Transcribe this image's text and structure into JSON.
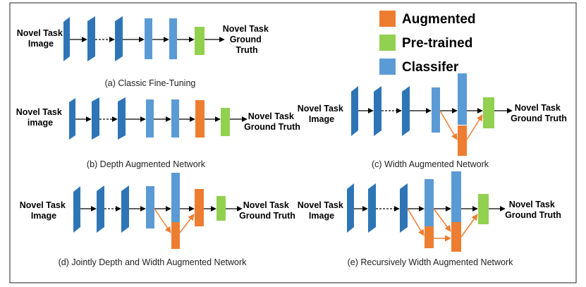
{
  "legend": {
    "augmented": "Augmented",
    "pretrained": "Pre-trained",
    "classifier": "Classifer"
  },
  "colors": {
    "augmented": "#ED7D31",
    "pretrained": "#92D050",
    "classifier": "#5B9BD5",
    "conv": "#2E75B6",
    "arrow_black": "#000000",
    "arrow_orange": "#ED7D31"
  },
  "panels": {
    "a": {
      "caption": "(a) Classic Fine-Tuning",
      "input": [
        "Novel Task",
        "Image"
      ],
      "output": [
        "Novel Task",
        "Ground",
        "Truth"
      ]
    },
    "b": {
      "caption": "(b) Depth Augmented Network",
      "input": [
        "Novel Task",
        "image"
      ],
      "output": [
        "Novel Task",
        "Ground Truth"
      ]
    },
    "c": {
      "caption": "(c) Width Augmented Network",
      "input": [
        "Novel Task",
        "Image"
      ],
      "output": [
        "Novel Task",
        "Ground Truth"
      ]
    },
    "d": {
      "caption": "(d) Jointly Depth and Width Augmented Network",
      "input": [
        "Novel Task",
        "Image"
      ],
      "output": [
        "Novel Task",
        "Ground Truth"
      ]
    },
    "e": {
      "caption": "(e) Recursively Width Augmented Network",
      "input": [
        "Novel Task",
        "Image"
      ],
      "output": [
        "Novel Task",
        "Ground Truth"
      ]
    }
  }
}
